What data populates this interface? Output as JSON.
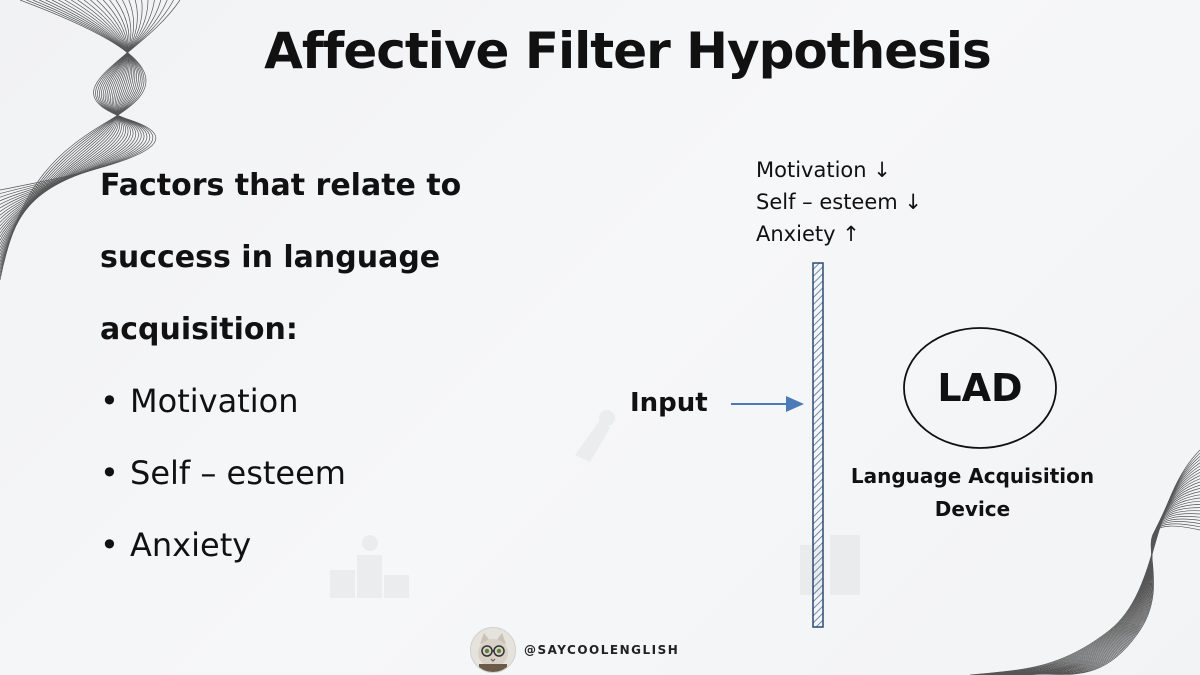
{
  "title": "Affective Filter Hypothesis",
  "left_panel": {
    "heading_lines": [
      "Factors that relate to",
      "success in language",
      "acquisition:"
    ],
    "bullets": [
      "Motivation",
      "Self – esteem",
      "Anxiety"
    ]
  },
  "diagram": {
    "factors": [
      "Motivation ↓",
      "Self – esteem ↓",
      "Anxiety ↑"
    ],
    "input_label": "Input",
    "lad_label": "LAD",
    "lad_caption_lines": [
      "Language Acquisition",
      "Device"
    ]
  },
  "footer": {
    "handle": "@SAYCOOLENGLISH"
  },
  "colors": {
    "arrow": "#4a7ab8",
    "filter_bar": "#4a6f9c",
    "text": "#111111"
  }
}
